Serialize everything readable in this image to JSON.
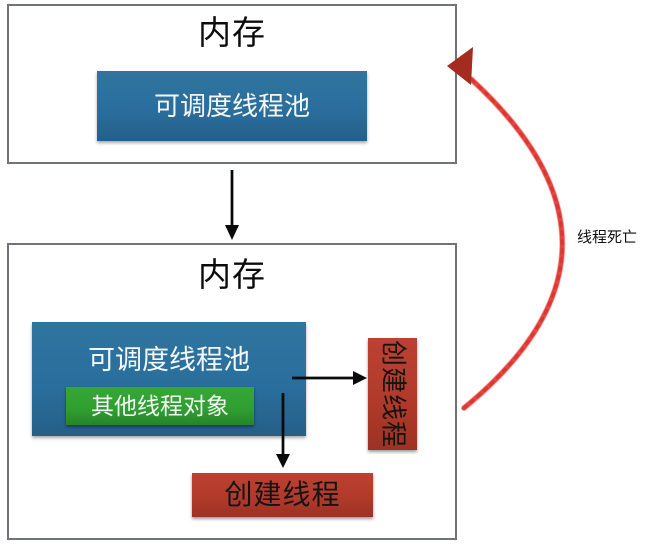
{
  "memory_top": {
    "title": "内存",
    "pool_label": "可调度线程池"
  },
  "memory_bottom": {
    "title": "内存",
    "pool_label": "可调度线程池",
    "other_threads_label": "其他线程对象",
    "create_thread_side_label": "创建线程",
    "create_thread_bottom_label": "创建线程"
  },
  "annotations": {
    "thread_death_label": "线程死亡"
  },
  "colors": {
    "pool_blue": "#2a6e9d",
    "object_green": "#2f9e30",
    "thread_red": "#b23a2a",
    "curve_red": "#e8433e",
    "curve_arrowhead_red": "#a32c1f",
    "box_border_gray": "#70747a",
    "arrow_black": "#0a0a0a"
  }
}
